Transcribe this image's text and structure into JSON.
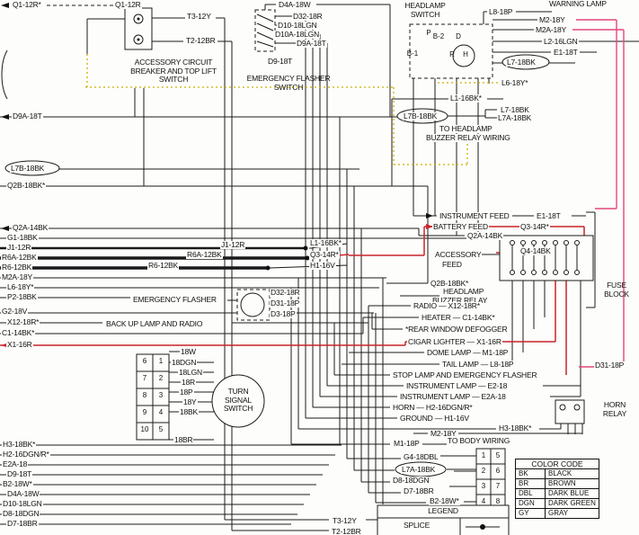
{
  "colors": {
    "wire_black": "#1a1a1a",
    "wire_red": "#c9252b",
    "wire_pink": "#e0487e",
    "wire_yellow": "#cdb100"
  },
  "components": {
    "accessory_breaker": "ACCESSORY CIRCUIT BREAKER AND TOP LIFT SWITCH",
    "emergency_flasher_switch": "EMERGENCY FLASHER SWITCH",
    "headlamp_switch": "HEADLAMP SWITCH",
    "fuse_block": "FUSE BLOCK",
    "horn_relay": "HORN RELAY",
    "turn_signal_switch": "TURN SIGNAL SWITCH"
  },
  "headlamp_terminals": {
    "p": "P",
    "b2": "B-2",
    "d": "D",
    "b1": "B-1",
    "r": "R",
    "h": "H"
  },
  "turn_signal": {
    "pins": [
      [
        "6",
        "1"
      ],
      [
        "7",
        "2"
      ],
      [
        "8",
        "3"
      ],
      [
        "9",
        "4"
      ],
      [
        "10",
        "5"
      ]
    ]
  },
  "body_connector": {
    "pins": [
      [
        "1",
        "5"
      ],
      [
        "2",
        "6"
      ],
      [
        "3",
        "7"
      ],
      [
        "4",
        "8"
      ]
    ]
  },
  "color_code": {
    "title": "COLOR CODE",
    "rows": [
      [
        "BK",
        "BLACK"
      ],
      [
        "BR",
        "BROWN"
      ],
      [
        "DBL",
        "DARK BLUE"
      ],
      [
        "DGN",
        "DARK GREEN"
      ],
      [
        "GY",
        "GRAY"
      ]
    ]
  },
  "legend": {
    "title": "LEGEND",
    "splice": "SPLICE"
  },
  "feeds": [
    "INSTRUMENT FEED",
    "E1-18T",
    "BATTERY FEED",
    "Q3-14R*",
    "Q2A-14BK",
    "ACCESSORY",
    "FEED",
    "Q4-14BK",
    "Q2B-18BK*",
    "HEADLAMP",
    "BUZZER RELAY",
    "RADIO — X12-18R*",
    "HEATER — C1-14BK*",
    "*REAR WINDOW DEFOGGER",
    "CIGAR LIGHTER — X1-16R",
    "DOME LAMP — M1-18P",
    "TAIL LAMP — L8-18P",
    "STOP LAMP AND EMERGENCY FLASHER",
    "INSTRUMENT LAMP — E2-18",
    "INSTRUMENT LAMP — E2A-18",
    "HORN — H2-16DGN/R*",
    "GROUND — H1-16V",
    "H3-18BK*",
    "M2-18Y"
  ],
  "labels": {
    "q1_12r_star": "Q1-12R*",
    "q1_12r": "Q1-12R",
    "t3_12y_top": "T3-12Y",
    "t2_12br_top": "T2-12BR",
    "d4a_18w_top": "D4A-18W",
    "d32_18r_top": "D32-18R",
    "d10_18lgn": "D10-18LGN",
    "d10a_18lgn": "D10A-18LGN",
    "d9a_18t_top": "D9A-18T",
    "d9_18t_top": "D9-18T",
    "l8_18p_top": "L8-18P",
    "warning_lamp": "WARNING LAMP",
    "m2_18y_top": "M2-18Y",
    "m2a_18y_top": "M2A-18Y",
    "l2_16lgn": "L2-16LGN",
    "e1_18t_top": "E1-18T",
    "l7_18bk_oval": "L7-18BK",
    "l6_18y_top": "L6-18Y*",
    "l1_16bk_top": "L1-16BK*",
    "l7b_18bk_mid": "L7B-18BK",
    "l7_18bk_pair": "L7-18BK",
    "l7a_18bk_pair": "L7A-18BK",
    "to_headlamp_1": "TO HEADLAMP",
    "to_headlamp_2": "BUZZER RELAY WIRING",
    "d9a_18t_left": "D9A-18T",
    "l7b_18bk_left": "L7B-18BK",
    "q2b_18bk_left": "Q2B-18BK*",
    "q2a_14bk_left": "Q2A-14BK",
    "g1_18bk": "G1-18BK",
    "j1_12r_left": "J1-12R",
    "r6a_12bk_left": "R6A-12BK",
    "r6_12bk_left": "R6-12BK",
    "m2a_18y_left": "M2A-18Y",
    "l6_18y_left": "L6-18Y*",
    "p2_18bk": "P2-18BK",
    "g2_18v": "G2-18V",
    "x12_18r_left": "X12-18R*",
    "c1_14bk_left": "C1-14BK*",
    "x1_16r_left": "X1-16R",
    "j1_12r_mid": "J1-12R",
    "r6a_12bk_mid": "R6A-12BK",
    "r6_12bk_mid": "R6-12BK",
    "l1_16bk_mid": "L1-16BK*",
    "q3_14r_mid": "Q3-14R*",
    "h1_16v_mid": "H1-16V",
    "emergency_flasher_lbl": "EMERGENCY FLASHER",
    "d32_18r_mid": "D32-18R",
    "d31_18p_mid": "D31-18P",
    "d3_18p": "D3-18P",
    "backup_radio": "BACK UP LAMP AND RADIO",
    "d31_18p_right": "D31-18P",
    "h3_18bk_bl": "H3-18BK*",
    "h2_16dgnr_bl": "H2-16DGN/R*",
    "e2a_18_bl": "E2A-18",
    "d9_18t_bl": "D9-18T",
    "b2_18w_bl": "B2-18W*",
    "d4a_18w_bl": "D4A-18W",
    "d10_18lgn_bl": "D10-18LGN",
    "d8_18dgn_bl": "D8-18DGN",
    "d7_18br_bl": "D7-18BR",
    "m1_18p_body": "M1-18P",
    "g4_18dbl": "G4-18DBL",
    "l7a_18bk_body": "L7A-18BK",
    "d8_18dgn_body": "D8-18DGN",
    "d7_18br_body": "D7-18BR",
    "b2_18w_body": "B2-18W*",
    "t3_12y_bottom": "T3-12Y",
    "t2_12br_bottom": "T2-12BR",
    "to_body_wiring": "TO BODY WIRING",
    "w18w": "18W",
    "w18dgn": "18DGN",
    "w18lgn": "18LGN",
    "w18r": "18R",
    "w18p": "18P",
    "w18y": "18Y",
    "w18bk": "18BK",
    "w18br": "18BR"
  }
}
